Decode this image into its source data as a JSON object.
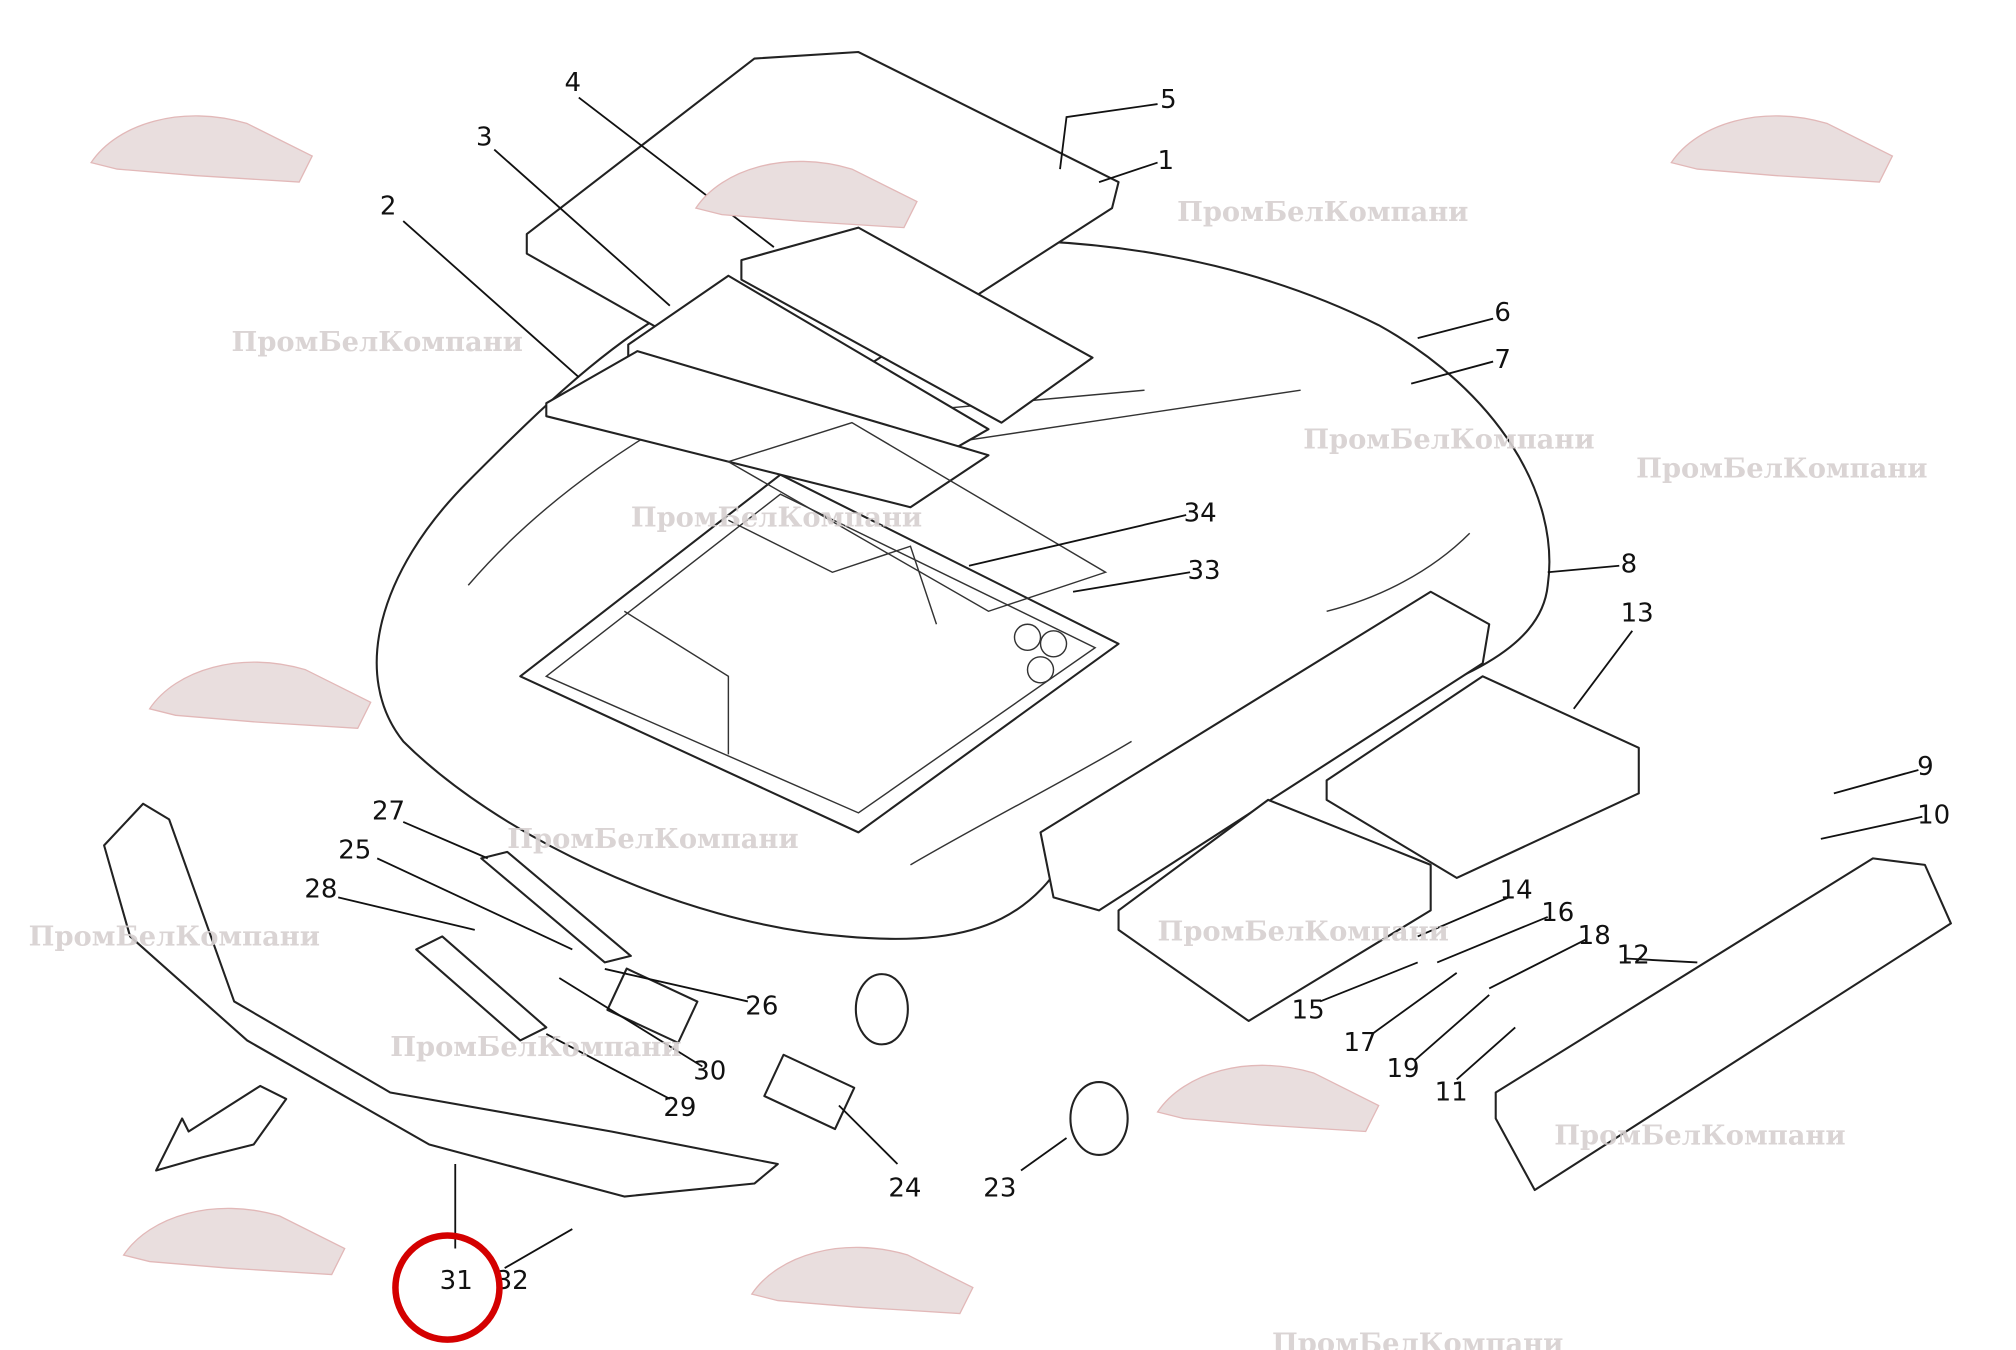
{
  "diagram": {
    "type": "exploded parts diagram",
    "part_labels": [
      "1",
      "2",
      "3",
      "4",
      "5",
      "6",
      "7",
      "8",
      "9",
      "10",
      "11",
      "12",
      "13",
      "14",
      "15",
      "16",
      "17",
      "18",
      "19",
      "23",
      "24",
      "25",
      "26",
      "27",
      "28",
      "29",
      "30",
      "31",
      "32",
      "33",
      "34"
    ],
    "highlighted_part": "31",
    "highlight_color": "#d40000",
    "watermark_text": "ПромБелКомпани"
  }
}
